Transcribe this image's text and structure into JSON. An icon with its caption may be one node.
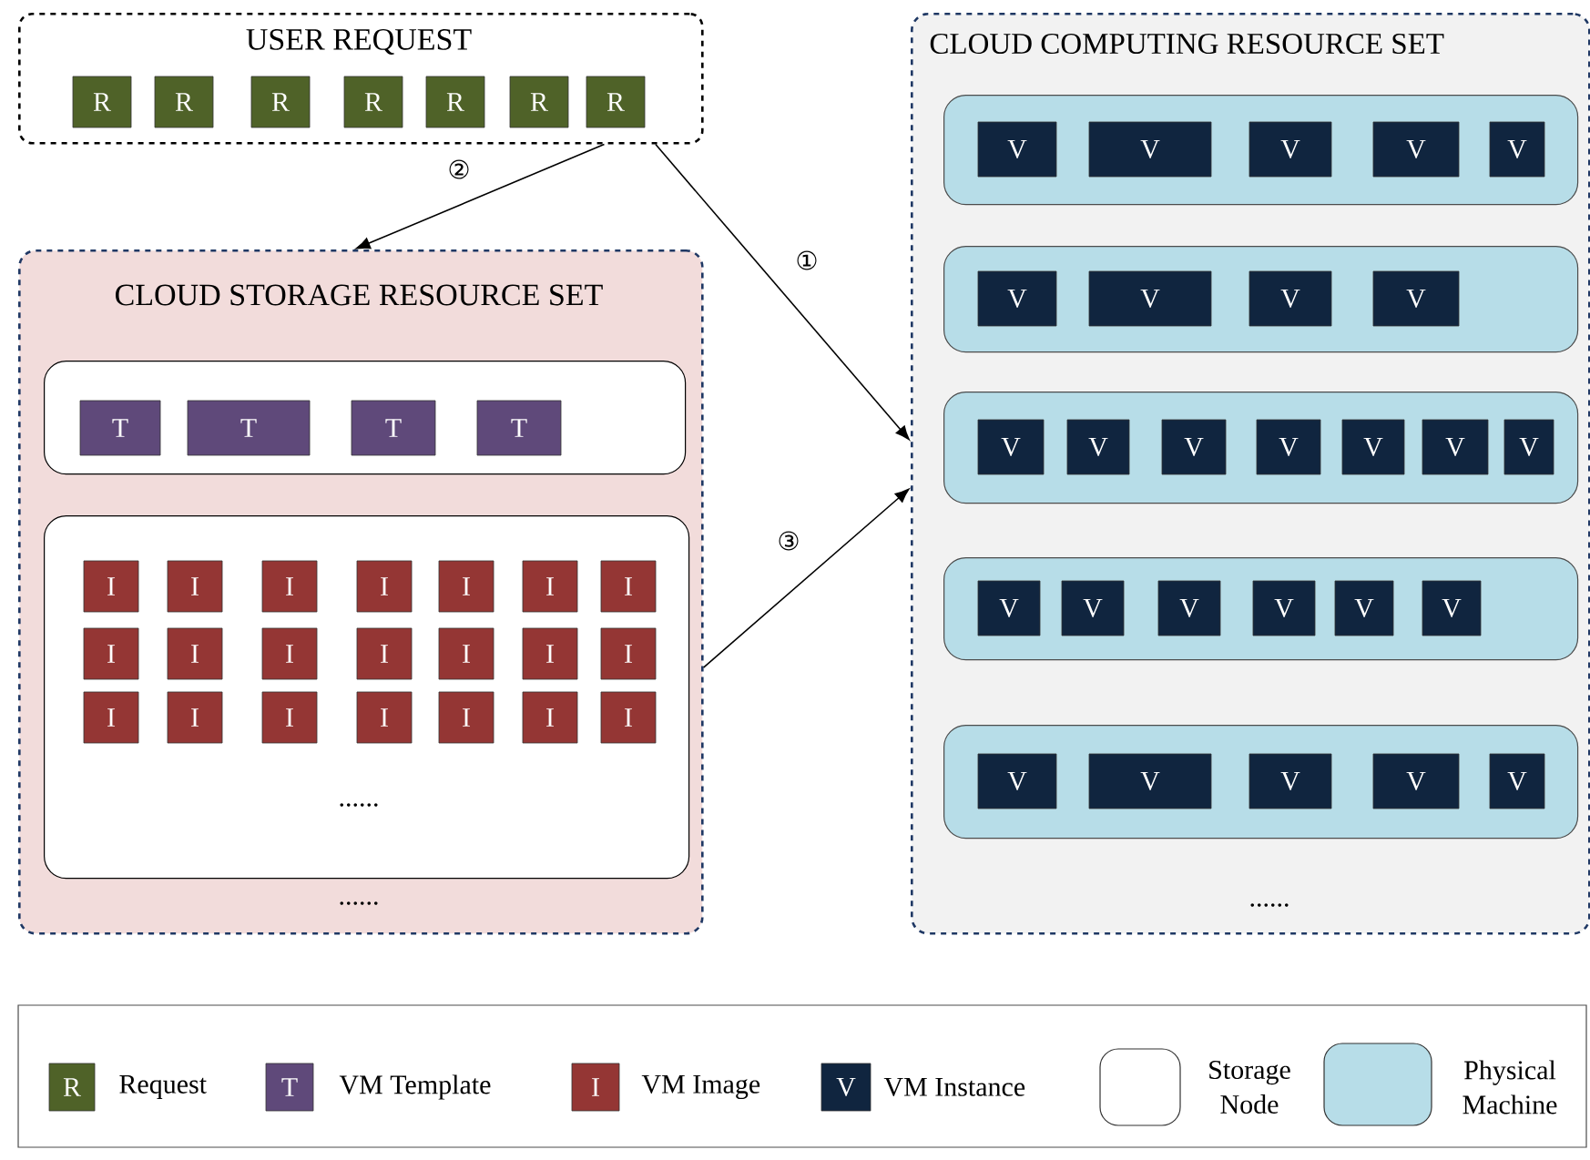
{
  "diagram": {
    "nodes": [
      {
        "text": [
          "USER REQUEST"
        ]
      },
      {
        "text": [
          "R"
        ],
        "in": 0
      },
      {
        "text": [
          "R"
        ],
        "in": 0
      },
      {
        "text": [
          "R"
        ],
        "in": 0
      },
      {
        "text": [
          "R"
        ],
        "in": 0
      },
      {
        "text": [
          "R"
        ],
        "in": 0
      },
      {
        "text": [
          "R"
        ],
        "in": 0
      },
      {
        "text": [
          "R"
        ],
        "in": 0
      },
      {
        "text": [
          "CLOUD STORAGE RESOURCE SET",
          "......"
        ]
      },
      {
        "text": [],
        "shape": "box",
        "in": 8
      },
      {
        "text": [
          "T"
        ],
        "in": 9
      },
      {
        "text": [
          "T"
        ],
        "in": 9
      },
      {
        "text": [
          "T"
        ],
        "in": 9
      },
      {
        "text": [
          "T"
        ],
        "in": 9
      },
      {
        "text": [
          "......"
        ],
        "in": 8
      },
      {
        "text": [
          "I"
        ],
        "in": 14
      },
      {
        "text": [
          "I"
        ],
        "in": 14
      },
      {
        "text": [
          "I"
        ],
        "in": 14
      },
      {
        "text": [
          "I"
        ],
        "in": 14
      },
      {
        "text": [
          "I"
        ],
        "in": 14
      },
      {
        "text": [
          "I"
        ],
        "in": 14
      },
      {
        "text": [
          "I"
        ],
        "in": 14
      },
      {
        "text": [
          "I"
        ],
        "in": 14
      },
      {
        "text": [
          "I"
        ],
        "in": 14
      },
      {
        "text": [
          "I"
        ],
        "in": 14
      },
      {
        "text": [
          "I"
        ],
        "in": 14
      },
      {
        "text": [
          "I"
        ],
        "in": 14
      },
      {
        "text": [
          "I"
        ],
        "in": 14
      },
      {
        "text": [
          "I"
        ],
        "in": 14
      },
      {
        "text": [
          "I"
        ],
        "in": 14
      },
      {
        "text": [
          "I"
        ],
        "in": 14
      },
      {
        "text": [
          "I"
        ],
        "in": 14
      },
      {
        "text": [
          "I"
        ],
        "in": 14
      },
      {
        "text": [
          "I"
        ],
        "in": 14
      },
      {
        "text": [
          "I"
        ],
        "in": 14
      },
      {
        "text": [
          "I"
        ],
        "in": 14
      },
      {
        "text": [
          "CLOUD COMPUTING RESOURCE SET",
          "......"
        ]
      },
      {
        "text": [],
        "shape": "box",
        "in": 36
      },
      {
        "text": [
          "V"
        ],
        "in": 37
      },
      {
        "text": [
          "V"
        ],
        "in": 37
      },
      {
        "text": [
          "V"
        ],
        "in": 37
      },
      {
        "text": [
          "V"
        ],
        "in": 37
      },
      {
        "text": [
          "V"
        ],
        "in": 37
      },
      {
        "text": [],
        "shape": "box",
        "in": 36
      },
      {
        "text": [
          "V"
        ],
        "in": 43
      },
      {
        "text": [
          "V"
        ],
        "in": 43
      },
      {
        "text": [
          "V"
        ],
        "in": 43
      },
      {
        "text": [
          "V"
        ],
        "in": 43
      },
      {
        "text": [],
        "shape": "box",
        "in": 36
      },
      {
        "text": [
          "V"
        ],
        "in": 48
      },
      {
        "text": [
          "V"
        ],
        "in": 48
      },
      {
        "text": [
          "V"
        ],
        "in": 48
      },
      {
        "text": [
          "V"
        ],
        "in": 48
      },
      {
        "text": [
          "V"
        ],
        "in": 48
      },
      {
        "text": [
          "V"
        ],
        "in": 48
      },
      {
        "text": [
          "V"
        ],
        "in": 48
      },
      {
        "text": [],
        "shape": "box",
        "in": 36
      },
      {
        "text": [
          "V"
        ],
        "in": 56
      },
      {
        "text": [
          "V"
        ],
        "in": 56
      },
      {
        "text": [
          "V"
        ],
        "in": 56
      },
      {
        "text": [
          "V"
        ],
        "in": 56
      },
      {
        "text": [
          "V"
        ],
        "in": 56
      },
      {
        "text": [
          "V"
        ],
        "in": 56
      },
      {
        "text": [],
        "shape": "box",
        "in": 36
      },
      {
        "text": [
          "V"
        ],
        "in": 63
      },
      {
        "text": [
          "V"
        ],
        "in": 63
      },
      {
        "text": [
          "V"
        ],
        "in": 63
      },
      {
        "text": [
          "V"
        ],
        "in": 63
      },
      {
        "text": [
          "V"
        ],
        "in": 63
      }
    ],
    "edges": [
      {
        "from": 0,
        "to": 36,
        "arrow": "to",
        "label": "①"
      },
      {
        "from": 0,
        "to": 8,
        "arrow": "to",
        "label": "②"
      },
      {
        "from": 8,
        "to": 36,
        "arrow": "to",
        "label": "③"
      }
    ],
    "labels": [
      "R",
      "T",
      "I",
      "V"
    ],
    "legend": [
      {
        "text": "Request",
        "color": "#4f6228"
      },
      {
        "text": "VM Template",
        "color": "#5f497a"
      },
      {
        "text": "VM Image",
        "color": "#943634"
      },
      {
        "text": "VM Instance",
        "color": "#10253f"
      },
      {
        "text": "Storage Node"
      },
      {
        "text": "Physical Machine"
      }
    ]
  }
}
